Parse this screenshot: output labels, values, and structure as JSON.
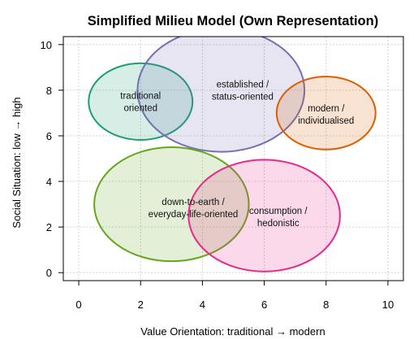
{
  "chart_data": {
    "type": "scatter",
    "title": "Simplified Milieu Model (Own Representation)",
    "xlabel": "Value Orientation: traditional → modern",
    "ylabel": "Social Situation: low → high",
    "xlim": [
      -0.5,
      10.5
    ],
    "ylim": [
      -0.35,
      10.35
    ],
    "xticks": [
      0,
      2,
      4,
      6,
      8,
      10
    ],
    "yticks": [
      0,
      2,
      4,
      6,
      8,
      10
    ],
    "grid": true,
    "grid_style": "dotted",
    "circles": [
      {
        "id": "traditional",
        "label_lines": [
          "traditional",
          "oriented"
        ],
        "cx": 2.0,
        "cy": 7.5,
        "r": 1.68,
        "fill": "#1b9e77",
        "stroke": "#1b9e77",
        "label_x": 2.0,
        "label_y": 7.5
      },
      {
        "id": "established",
        "label_lines": [
          "established /",
          "status-oriented"
        ],
        "cx": 4.6,
        "cy": 8.0,
        "r": 2.7,
        "fill": "#7570b3",
        "stroke": "#7570b3",
        "label_x": 5.3,
        "label_y": 8.0
      },
      {
        "id": "modern",
        "label_lines": [
          "modern /",
          "individualised"
        ],
        "cx": 8.0,
        "cy": 7.0,
        "r": 1.6,
        "fill": "#d95f02",
        "stroke": "#d95f02",
        "label_x": 8.0,
        "label_y": 6.95
      },
      {
        "id": "down-to-earth",
        "label_lines": [
          "down-to-earth /",
          "everyday-life-oriented"
        ],
        "cx": 3.0,
        "cy": 3.0,
        "r": 2.5,
        "fill": "#66a61e",
        "stroke": "#66a61e",
        "label_x": 3.7,
        "label_y": 2.85
      },
      {
        "id": "consumption",
        "label_lines": [
          "consumption /",
          "hedonistic"
        ],
        "cx": 6.0,
        "cy": 2.5,
        "r": 2.45,
        "fill": "#e7298a",
        "stroke": "#e7298a",
        "label_x": 6.45,
        "label_y": 2.45
      }
    ],
    "fill_opacity": 0.18,
    "stroke_width": 2
  }
}
